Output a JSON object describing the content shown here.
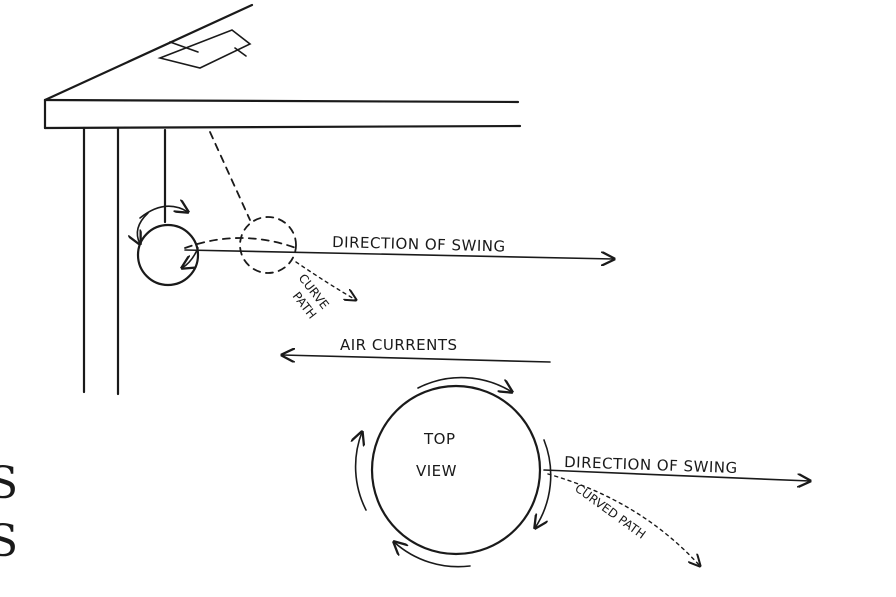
{
  "labels": {
    "swing_top": "DIRECTION OF SWING",
    "curve_path_1": "CURVE",
    "curve_path_2": "PATH",
    "air_currents": "AIR CURRENTS",
    "top_view_1": "TOP",
    "top_view_2": "VIEW",
    "swing_bottom": "DIRECTION OF SWING",
    "curved_path": "CURVED PATH"
  },
  "edge_text": {
    "line1": "S",
    "line2": "S"
  }
}
